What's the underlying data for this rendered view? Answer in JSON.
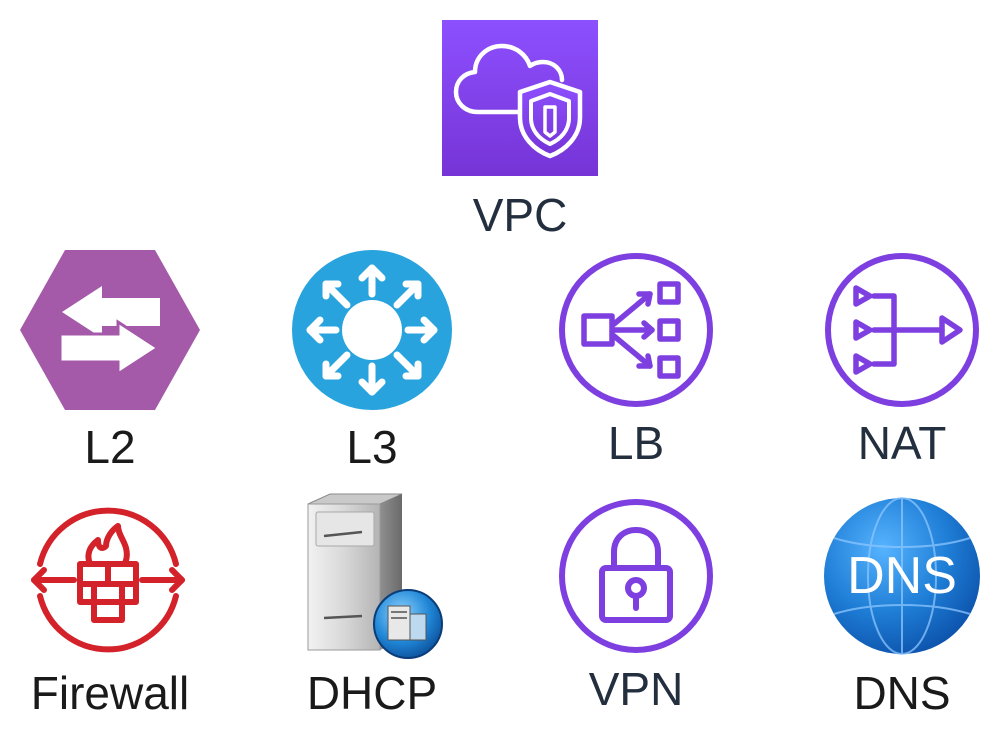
{
  "vpc": {
    "label": "VPC",
    "icon": "vpc-cloud-shield-icon",
    "color_top": "#8c4fff",
    "color_bottom": "#7a35d6"
  },
  "row1": {
    "l2_label": "L2",
    "l3_label": "L3",
    "lb_label": "LB",
    "nat_label": "NAT"
  },
  "row2": {
    "firewall_label": "Firewall",
    "dhcp_label": "DHCP",
    "vpn_label": "VPN",
    "dns_label": "DNS",
    "dns_badge_text": "DNS"
  },
  "colors": {
    "l2_hexagon": "#a45aa8",
    "l3_circle": "#29a3dd",
    "aws_purple": "#7e3fe0",
    "firewall_red": "#d3222a",
    "dns_blue": "#1f7ed6"
  }
}
